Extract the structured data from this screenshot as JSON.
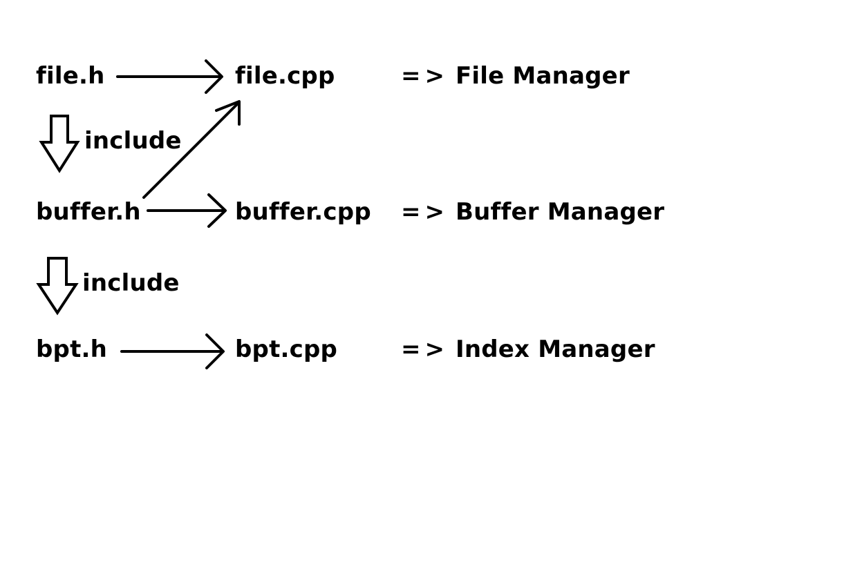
{
  "diagram": {
    "rows": [
      {
        "header": "file.h",
        "source": "file.cpp",
        "arrow": "=>",
        "manager": "File Manager"
      },
      {
        "header": "buffer.h",
        "source": "buffer.cpp",
        "arrow": "=>",
        "manager": "Buffer Manager"
      },
      {
        "header": "bpt.h",
        "source": "bpt.cpp",
        "arrow": "=>",
        "manager": "Index Manager"
      }
    ],
    "include_labels": [
      "include",
      "include"
    ]
  }
}
